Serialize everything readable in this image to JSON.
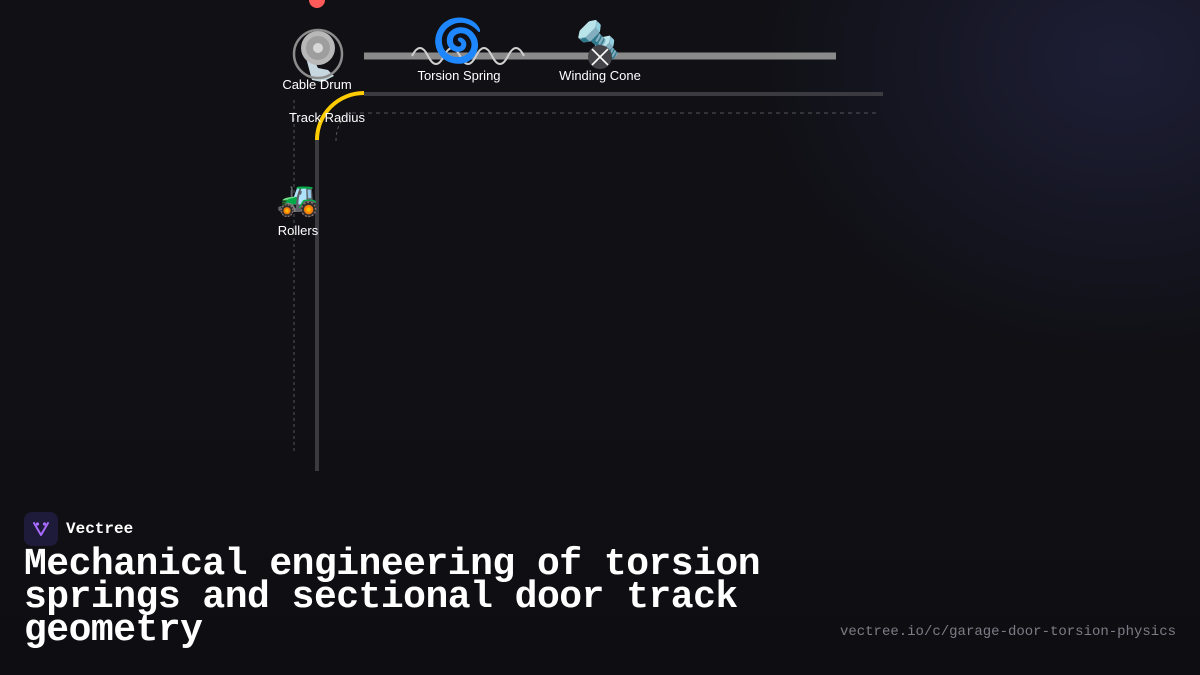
{
  "diagram": {
    "labels": {
      "cable_drum": "Cable Drum",
      "torsion_spring": "Torsion Spring",
      "winding_cone": "Winding Cone",
      "track_radius": "Track Radius",
      "rollers": "Rollers"
    },
    "icons": {
      "cable_drum": "cable-drum-icon",
      "torsion_spring": "spiral-icon",
      "winding_cone": "nut-and-bolt-icon",
      "rollers": "tractor-icon"
    },
    "colors": {
      "track": "#3a3a40",
      "shaft": "#8a8a8a",
      "radius_arc": "#ffcc00",
      "indicator_dot": "#ff5a5a",
      "dashed": "#55555c"
    }
  },
  "brand": {
    "name": "Vectree"
  },
  "title": "Mechanical engineering of torsion springs and sectional door track geometry",
  "url": "vectree.io/c/garage-door-torsion-physics"
}
